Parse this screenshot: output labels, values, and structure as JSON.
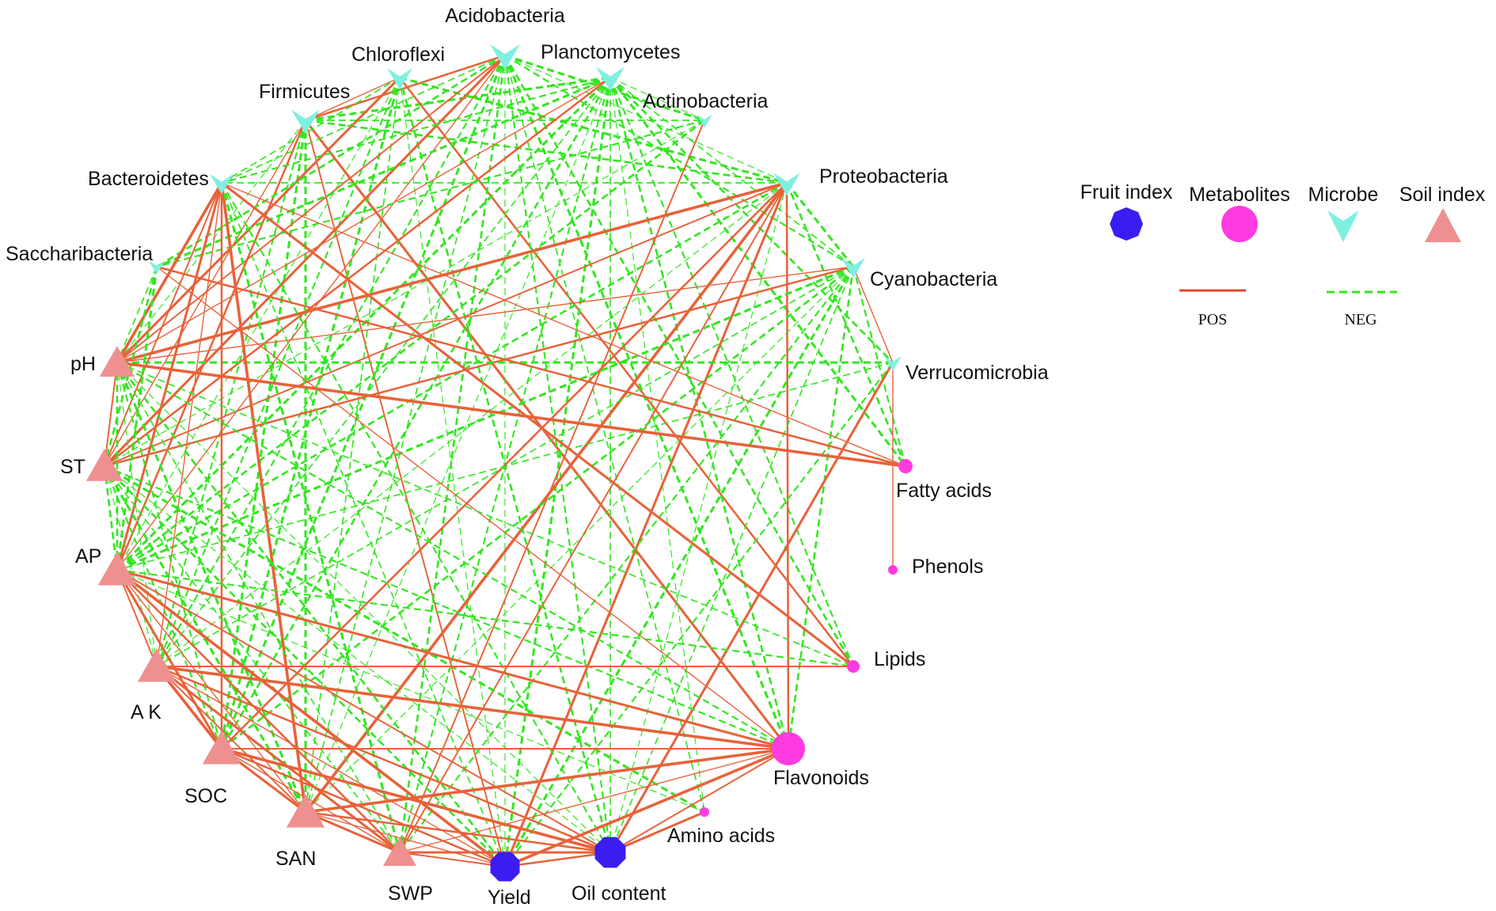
{
  "colors": {
    "positive": "#e8623a",
    "negative": "#33e620",
    "fruit": "#3a1ef0",
    "metabolite": "#ff3be0",
    "microbe": "#7ff0e0",
    "soil": "#ee9090"
  },
  "legend": {
    "groups": [
      {
        "key": "fruit",
        "label": "Fruit index",
        "shape": "octagon"
      },
      {
        "key": "metabolite",
        "label": "Metabolites",
        "shape": "circle"
      },
      {
        "key": "microbe",
        "label": "Microbe",
        "shape": "chevron"
      },
      {
        "key": "soil",
        "label": "Soil index",
        "shape": "triangle"
      }
    ],
    "lines": {
      "positive": "POS",
      "negative": "NEG"
    }
  },
  "nodes": [
    {
      "id": "acidobacteria",
      "label": "Acidobacteria",
      "group": "microbe"
    },
    {
      "id": "planctomycetes",
      "label": "Planctomycetes",
      "group": "microbe"
    },
    {
      "id": "actinobacteria",
      "label": "Actinobacteria",
      "group": "microbe"
    },
    {
      "id": "proteobacteria",
      "label": "Proteobacteria",
      "group": "microbe"
    },
    {
      "id": "cyanobacteria",
      "label": "Cyanobacteria",
      "group": "microbe"
    },
    {
      "id": "verrucomicrobia",
      "label": "Verrucomicrobia",
      "group": "microbe"
    },
    {
      "id": "fatty_acids",
      "label": "Fatty acids",
      "group": "metabolite"
    },
    {
      "id": "phenols",
      "label": "Phenols",
      "group": "metabolite"
    },
    {
      "id": "lipids",
      "label": "Lipids",
      "group": "metabolite"
    },
    {
      "id": "flavonoids",
      "label": "Flavonoids",
      "group": "metabolite"
    },
    {
      "id": "amino_acids",
      "label": "Amino acids",
      "group": "metabolite"
    },
    {
      "id": "oil_content",
      "label": "Oil content",
      "group": "fruit"
    },
    {
      "id": "yield",
      "label": "Yield",
      "group": "fruit"
    },
    {
      "id": "swp",
      "label": "SWP",
      "group": "soil"
    },
    {
      "id": "san",
      "label": "SAN",
      "group": "soil"
    },
    {
      "id": "soc",
      "label": "SOC",
      "group": "soil"
    },
    {
      "id": "ak",
      "label": "A K",
      "group": "soil"
    },
    {
      "id": "ap",
      "label": "AP",
      "group": "soil"
    },
    {
      "id": "st",
      "label": "ST",
      "group": "soil"
    },
    {
      "id": "ph",
      "label": "pH",
      "group": "soil"
    },
    {
      "id": "saccharibacteria",
      "label": "Saccharibacteria",
      "group": "microbe"
    },
    {
      "id": "bacteroidetes",
      "label": "Bacteroidetes",
      "group": "microbe"
    },
    {
      "id": "firmicutes",
      "label": "Firmicutes",
      "group": "microbe"
    },
    {
      "id": "chloroflexi",
      "label": "Chloroflexi",
      "group": "microbe"
    }
  ],
  "edges": [
    [
      "firmicutes",
      "chloroflexi",
      "pos"
    ],
    [
      "firmicutes",
      "acidobacteria",
      "pos"
    ],
    [
      "firmicutes",
      "planctomycetes",
      "neg"
    ],
    [
      "firmicutes",
      "actinobacteria",
      "neg"
    ],
    [
      "firmicutes",
      "proteobacteria",
      "neg"
    ],
    [
      "firmicutes",
      "st",
      "pos"
    ],
    [
      "firmicutes",
      "ap",
      "pos"
    ],
    [
      "firmicutes",
      "soc",
      "neg"
    ],
    [
      "firmicutes",
      "yield",
      "pos"
    ],
    [
      "firmicutes",
      "flavonoids",
      "pos"
    ],
    [
      "firmicutes",
      "ph",
      "neg"
    ],
    [
      "firmicutes",
      "ak",
      "neg"
    ],
    [
      "firmicutes",
      "san",
      "neg"
    ],
    [
      "chloroflexi",
      "bacteroidetes",
      "neg"
    ],
    [
      "chloroflexi",
      "ph",
      "pos"
    ],
    [
      "chloroflexi",
      "ap",
      "neg"
    ],
    [
      "chloroflexi",
      "ak",
      "neg"
    ],
    [
      "chloroflexi",
      "soc",
      "neg"
    ],
    [
      "chloroflexi",
      "san",
      "neg"
    ],
    [
      "chloroflexi",
      "oil_content",
      "neg"
    ],
    [
      "chloroflexi",
      "yield",
      "neg"
    ],
    [
      "chloroflexi",
      "lipids",
      "pos"
    ],
    [
      "chloroflexi",
      "proteobacteria",
      "neg"
    ],
    [
      "acidobacteria",
      "ph",
      "pos"
    ],
    [
      "acidobacteria",
      "st",
      "pos"
    ],
    [
      "acidobacteria",
      "ap",
      "pos"
    ],
    [
      "acidobacteria",
      "ak",
      "neg"
    ],
    [
      "acidobacteria",
      "soc",
      "neg"
    ],
    [
      "acidobacteria",
      "san",
      "neg"
    ],
    [
      "acidobacteria",
      "swp",
      "neg"
    ],
    [
      "acidobacteria",
      "yield",
      "neg"
    ],
    [
      "acidobacteria",
      "oil_content",
      "neg"
    ],
    [
      "acidobacteria",
      "flavonoids",
      "neg"
    ],
    [
      "acidobacteria",
      "amino_acids",
      "neg"
    ],
    [
      "acidobacteria",
      "lipids",
      "neg"
    ],
    [
      "acidobacteria",
      "proteobacteria",
      "neg"
    ],
    [
      "acidobacteria",
      "cyanobacteria",
      "neg"
    ],
    [
      "acidobacteria",
      "actinobacteria",
      "neg"
    ],
    [
      "acidobacteria",
      "bacteroidetes",
      "neg"
    ],
    [
      "acidobacteria",
      "saccharibacteria",
      "neg"
    ],
    [
      "planctomycetes",
      "ph",
      "pos"
    ],
    [
      "planctomycetes",
      "st",
      "pos"
    ],
    [
      "planctomycetes",
      "ap",
      "neg"
    ],
    [
      "planctomycetes",
      "ak",
      "neg"
    ],
    [
      "planctomycetes",
      "soc",
      "neg"
    ],
    [
      "planctomycetes",
      "san",
      "neg"
    ],
    [
      "planctomycetes",
      "swp",
      "neg"
    ],
    [
      "planctomycetes",
      "yield",
      "neg"
    ],
    [
      "planctomycetes",
      "oil_content",
      "neg"
    ],
    [
      "planctomycetes",
      "flavonoids",
      "neg"
    ],
    [
      "planctomycetes",
      "amino_acids",
      "neg"
    ],
    [
      "planctomycetes",
      "lipids",
      "neg"
    ],
    [
      "planctomycetes",
      "fatty_acids",
      "neg"
    ],
    [
      "planctomycetes",
      "cyanobacteria",
      "neg"
    ],
    [
      "planctomycetes",
      "verrucomicrobia",
      "neg"
    ],
    [
      "planctomycetes",
      "actinobacteria",
      "neg"
    ],
    [
      "planctomycetes",
      "bacteroidetes",
      "neg"
    ],
    [
      "planctomycetes",
      "saccharibacteria",
      "neg"
    ],
    [
      "actinobacteria",
      "swp",
      "pos"
    ],
    [
      "actinobacteria",
      "ap",
      "neg"
    ],
    [
      "actinobacteria",
      "st",
      "neg"
    ],
    [
      "actinobacteria",
      "saccharibacteria",
      "neg"
    ],
    [
      "proteobacteria",
      "ph",
      "pos"
    ],
    [
      "proteobacteria",
      "st",
      "pos"
    ],
    [
      "proteobacteria",
      "ap",
      "neg"
    ],
    [
      "proteobacteria",
      "ak",
      "neg"
    ],
    [
      "proteobacteria",
      "soc",
      "pos"
    ],
    [
      "proteobacteria",
      "san",
      "pos"
    ],
    [
      "proteobacteria",
      "swp",
      "pos"
    ],
    [
      "proteobacteria",
      "yield",
      "pos"
    ],
    [
      "proteobacteria",
      "oil_content",
      "neg"
    ],
    [
      "proteobacteria",
      "flavonoids",
      "pos"
    ],
    [
      "proteobacteria",
      "cyanobacteria",
      "neg"
    ],
    [
      "proteobacteria",
      "bacteroidetes",
      "neg"
    ],
    [
      "proteobacteria",
      "fatty_acids",
      "neg"
    ],
    [
      "cyanobacteria",
      "ph",
      "pos"
    ],
    [
      "cyanobacteria",
      "st",
      "pos"
    ],
    [
      "cyanobacteria",
      "ap",
      "neg"
    ],
    [
      "cyanobacteria",
      "ak",
      "neg"
    ],
    [
      "cyanobacteria",
      "soc",
      "neg"
    ],
    [
      "cyanobacteria",
      "san",
      "neg"
    ],
    [
      "cyanobacteria",
      "swp",
      "neg"
    ],
    [
      "cyanobacteria",
      "yield",
      "neg"
    ],
    [
      "cyanobacteria",
      "oil_content",
      "neg"
    ],
    [
      "cyanobacteria",
      "flavonoids",
      "neg"
    ],
    [
      "cyanobacteria",
      "verrucomicrobia",
      "pos"
    ],
    [
      "cyanobacteria",
      "fatty_acids",
      "neg"
    ],
    [
      "verrucomicrobia",
      "ph",
      "neg"
    ],
    [
      "verrucomicrobia",
      "ap",
      "neg"
    ],
    [
      "verrucomicrobia",
      "oil_content",
      "pos"
    ],
    [
      "verrucomicrobia",
      "phenols",
      "pos"
    ],
    [
      "verrucomicrobia",
      "yield",
      "neg"
    ],
    [
      "bacteroidetes",
      "ph",
      "pos"
    ],
    [
      "bacteroidetes",
      "st",
      "pos"
    ],
    [
      "bacteroidetes",
      "ap",
      "pos"
    ],
    [
      "bacteroidetes",
      "ak",
      "pos"
    ],
    [
      "bacteroidetes",
      "soc",
      "pos"
    ],
    [
      "bacteroidetes",
      "san",
      "pos"
    ],
    [
      "bacteroidetes",
      "yield",
      "neg"
    ],
    [
      "bacteroidetes",
      "lipids",
      "pos"
    ],
    [
      "bacteroidetes",
      "fatty_acids",
      "pos"
    ],
    [
      "bacteroidetes",
      "oil_content",
      "neg"
    ],
    [
      "bacteroidetes",
      "swp",
      "neg"
    ],
    [
      "saccharibacteria",
      "ph",
      "neg"
    ],
    [
      "saccharibacteria",
      "st",
      "neg"
    ],
    [
      "saccharibacteria",
      "flavonoids",
      "pos"
    ],
    [
      "saccharibacteria",
      "fatty_acids",
      "pos"
    ],
    [
      "saccharibacteria",
      "ap",
      "neg"
    ],
    [
      "ph",
      "st",
      "pos"
    ],
    [
      "ph",
      "ap",
      "neg"
    ],
    [
      "ph",
      "ak",
      "neg"
    ],
    [
      "ph",
      "soc",
      "neg"
    ],
    [
      "ph",
      "san",
      "neg"
    ],
    [
      "ph",
      "swp",
      "neg"
    ],
    [
      "ph",
      "yield",
      "neg"
    ],
    [
      "ph",
      "oil_content",
      "neg"
    ],
    [
      "ph",
      "flavonoids",
      "neg"
    ],
    [
      "ph",
      "fatty_acids",
      "pos"
    ],
    [
      "ph",
      "lipids",
      "neg"
    ],
    [
      "st",
      "ap",
      "neg"
    ],
    [
      "st",
      "ak",
      "neg"
    ],
    [
      "st",
      "soc",
      "neg"
    ],
    [
      "st",
      "san",
      "neg"
    ],
    [
      "st",
      "swp",
      "neg"
    ],
    [
      "st",
      "yield",
      "neg"
    ],
    [
      "st",
      "oil_content",
      "neg"
    ],
    [
      "st",
      "flavonoids",
      "neg"
    ],
    [
      "st",
      "amino_acids",
      "neg"
    ],
    [
      "ap",
      "ak",
      "pos"
    ],
    [
      "ap",
      "soc",
      "pos"
    ],
    [
      "ap",
      "san",
      "pos"
    ],
    [
      "ap",
      "swp",
      "pos"
    ],
    [
      "ap",
      "yield",
      "pos"
    ],
    [
      "ap",
      "oil_content",
      "pos"
    ],
    [
      "ap",
      "flavonoids",
      "pos"
    ],
    [
      "ap",
      "amino_acids",
      "neg"
    ],
    [
      "ap",
      "lipids",
      "neg"
    ],
    [
      "ak",
      "soc",
      "pos"
    ],
    [
      "ak",
      "san",
      "pos"
    ],
    [
      "ak",
      "swp",
      "pos"
    ],
    [
      "ak",
      "yield",
      "pos"
    ],
    [
      "ak",
      "oil_content",
      "pos"
    ],
    [
      "ak",
      "flavonoids",
      "pos"
    ],
    [
      "ak",
      "lipids",
      "pos"
    ],
    [
      "soc",
      "san",
      "pos"
    ],
    [
      "soc",
      "swp",
      "pos"
    ],
    [
      "soc",
      "yield",
      "pos"
    ],
    [
      "soc",
      "oil_content",
      "pos"
    ],
    [
      "soc",
      "flavonoids",
      "pos"
    ],
    [
      "san",
      "swp",
      "pos"
    ],
    [
      "san",
      "yield",
      "pos"
    ],
    [
      "san",
      "oil_content",
      "pos"
    ],
    [
      "san",
      "flavonoids",
      "pos"
    ],
    [
      "swp",
      "yield",
      "pos"
    ],
    [
      "swp",
      "oil_content",
      "pos"
    ],
    [
      "swp",
      "flavonoids",
      "pos"
    ],
    [
      "yield",
      "oil_content",
      "pos"
    ],
    [
      "yield",
      "flavonoids",
      "pos"
    ],
    [
      "oil_content",
      "flavonoids",
      "pos"
    ],
    [
      "oil_content",
      "amino_acids",
      "pos"
    ]
  ]
}
